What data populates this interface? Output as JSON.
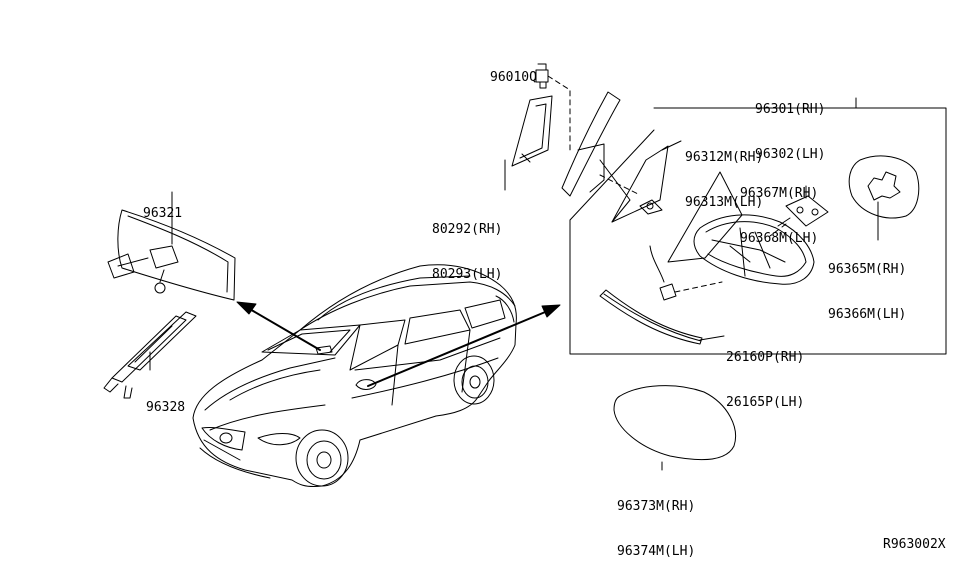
{
  "diagram": {
    "parts": [
      {
        "key": "p96010q",
        "lines": [
          "96010Q"
        ]
      },
      {
        "key": "p96301",
        "lines": [
          "96301(RH)",
          "96302(LH)"
        ]
      },
      {
        "key": "p96312m",
        "lines": [
          "96312M(RH)",
          "96313M(LH)"
        ]
      },
      {
        "key": "p96367m",
        "lines": [
          "96367M(RH)",
          "96368M(LH)"
        ]
      },
      {
        "key": "p96321",
        "lines": [
          "96321"
        ]
      },
      {
        "key": "p80292",
        "lines": [
          "80292(RH)",
          "80293(LH)"
        ]
      },
      {
        "key": "p96365m",
        "lines": [
          "96365M(RH)",
          "96366M(LH)"
        ]
      },
      {
        "key": "p26160p",
        "lines": [
          "26160P(RH)",
          "26165P(LH)"
        ]
      },
      {
        "key": "p96328",
        "lines": [
          "96328"
        ]
      },
      {
        "key": "p96373m",
        "lines": [
          "96373M(RH)",
          "96374M(LH)"
        ]
      }
    ],
    "diagram_code": "R963002X",
    "colors": {
      "line": "#000000",
      "background": "#ffffff"
    }
  }
}
